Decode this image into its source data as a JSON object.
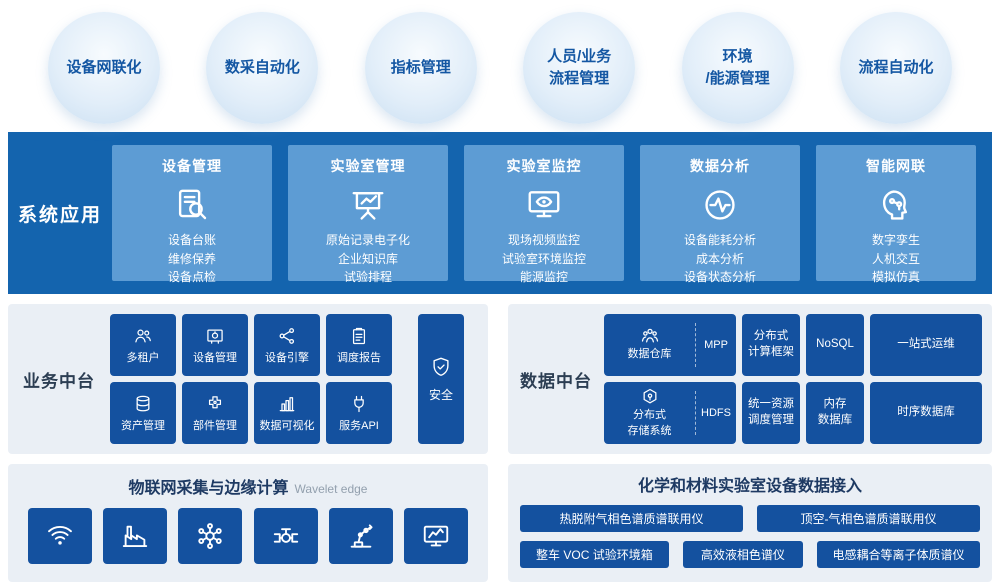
{
  "colors": {
    "row_blue": "#1464ae",
    "card_blue": "#5d9cd4",
    "tile_navy": "#14519f",
    "panel_bg": "#eaeff5",
    "bubble_text": "#1457a3"
  },
  "capabilities": {
    "items": [
      {
        "lines": [
          "设备网联化"
        ]
      },
      {
        "lines": [
          "数采自动化"
        ]
      },
      {
        "lines": [
          "指标管理"
        ]
      },
      {
        "lines": [
          "人员/业务",
          "流程管理"
        ]
      },
      {
        "lines": [
          "环境",
          "/能源管理"
        ]
      },
      {
        "lines": [
          "流程自动化"
        ]
      }
    ]
  },
  "system": {
    "label": "系统应用",
    "cards": [
      {
        "title": "设备管理",
        "icon": "document-search-icon",
        "lines": [
          "设备台账",
          "维修保养",
          "设备点检"
        ]
      },
      {
        "title": "实验室管理",
        "icon": "presentation-chart-icon",
        "lines": [
          "原始记录电子化",
          "企业知识库",
          "试验排程"
        ]
      },
      {
        "title": "实验室监控",
        "icon": "monitor-eye-icon",
        "lines": [
          "现场视频监控",
          "试验室环境监控",
          "能源监控"
        ]
      },
      {
        "title": "数据分析",
        "icon": "pulse-circle-icon",
        "lines": [
          "设备能耗分析",
          "成本分析",
          "设备状态分析"
        ]
      },
      {
        "title": "智能网联",
        "icon": "smart-head-icon",
        "lines": [
          "数字孪生",
          "人机交互",
          "模拟仿真"
        ]
      }
    ]
  },
  "business": {
    "label": "业务中台",
    "tiles": [
      {
        "label": "多租户",
        "icon": "users-icon"
      },
      {
        "label": "设备管理",
        "icon": "machine-icon"
      },
      {
        "label": "设备引擎",
        "icon": "share-nodes-icon"
      },
      {
        "label": "调度报告",
        "icon": "report-icon"
      },
      {
        "label": "资产管理",
        "icon": "database-icon"
      },
      {
        "label": "部件管理",
        "icon": "puzzle-icon"
      },
      {
        "label": "数据可视化",
        "icon": "bar-chart-icon"
      },
      {
        "label": "服务API",
        "icon": "api-plug-icon"
      }
    ],
    "security": {
      "label": "安全",
      "icon": "shield-icon"
    }
  },
  "dataplat": {
    "label": "数据中台",
    "row1": {
      "combo": {
        "name_lines": [
          "数据仓库"
        ],
        "tag": "MPP",
        "icon": "group-icon"
      },
      "tiles": [
        {
          "lines": [
            "分布式",
            "计算框架"
          ]
        },
        {
          "lines": [
            "NoSQL"
          ]
        },
        {
          "lines": [
            "一站式运维"
          ]
        }
      ]
    },
    "row2": {
      "combo": {
        "name_lines": [
          "分布式",
          "存储系统"
        ],
        "tag": "HDFS",
        "icon": "hexagon-node-icon"
      },
      "tiles": [
        {
          "lines": [
            "统一资源",
            "调度管理"
          ]
        },
        {
          "lines": [
            "内存",
            "数据库"
          ]
        },
        {
          "lines": [
            "时序数据库"
          ]
        }
      ]
    }
  },
  "iot": {
    "title": "物联网采集与边缘计算",
    "subtitle": "Wavelet edge",
    "icons": [
      "wifi-sensor-icon",
      "factory-icon",
      "network-globe-icon",
      "valve-icon",
      "robot-arm-icon",
      "monitor-chart-icon"
    ]
  },
  "lab": {
    "title": "化学和材料实验室设备数据接入",
    "row1": [
      "热脱附气相色谱质谱联用仪",
      "顶空-气相色谱质谱联用仪"
    ],
    "row2": [
      "整车 VOC 试验环境箱",
      "高效液相色谱仪",
      "电感耦合等离子体质谱仪"
    ]
  }
}
